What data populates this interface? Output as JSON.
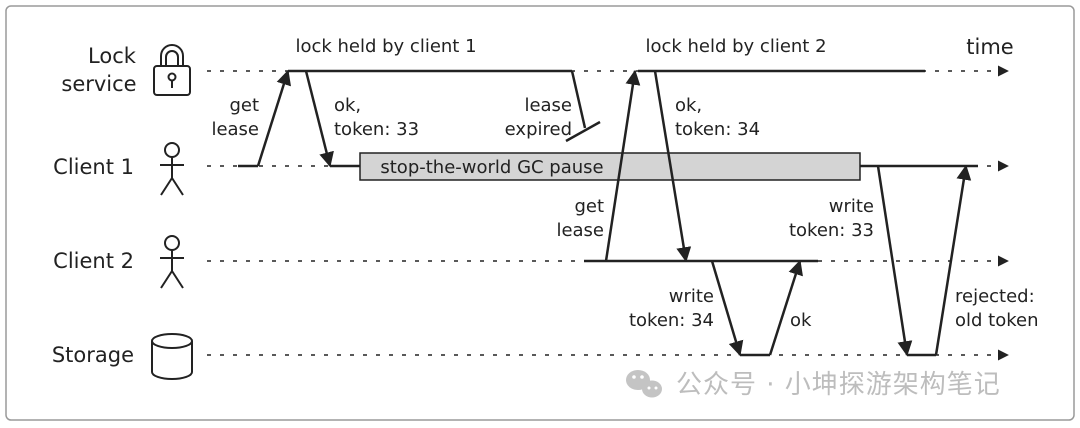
{
  "lanes": {
    "lock_service": [
      "Lock",
      "service"
    ],
    "client1": "Client 1",
    "client2": "Client 2",
    "storage": "Storage"
  },
  "axis": {
    "time": "time"
  },
  "labels": {
    "lock_held_1": "lock held by client 1",
    "lock_held_2": "lock held by client 2",
    "c1_get_lease": [
      "get",
      "lease"
    ],
    "c1_ok": [
      "ok,",
      "token: 33"
    ],
    "lease_expired": [
      "lease",
      "expired"
    ],
    "c2_ok": [
      "ok,",
      "token: 34"
    ],
    "gc_pause": "stop-the-world GC pause",
    "c2_get_lease": [
      "get",
      "lease"
    ],
    "c1_write": [
      "write",
      "token: 33"
    ],
    "c2_write": [
      "write",
      "token: 34"
    ],
    "storage_ok": "ok",
    "rejected": [
      "rejected:",
      "old token"
    ]
  },
  "watermark": "公众号 · 小坤探游架构笔记",
  "colors": {
    "ink": "#222222",
    "gc_fill": "#d4d4d4",
    "frame": "#9a9a9a",
    "watermark": "#bdbdbd"
  },
  "icons": [
    "lock-icon",
    "person-icon",
    "database-icon",
    "wechat-icon"
  ]
}
